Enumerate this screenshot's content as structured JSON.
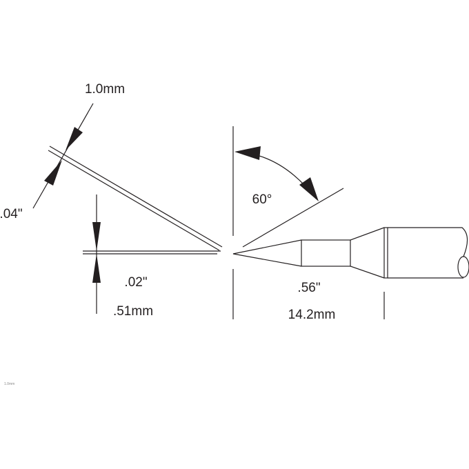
{
  "labels": {
    "width_mm": "1.0mm",
    "width_in": ".04\"",
    "angle": "60°",
    "thickness_in": ".02\"",
    "thickness_mm": ".51mm",
    "length_in": ".56\"",
    "length_mm": "14.2mm",
    "small_note": "1.0mm"
  },
  "colors": {
    "line": "#231f20"
  }
}
